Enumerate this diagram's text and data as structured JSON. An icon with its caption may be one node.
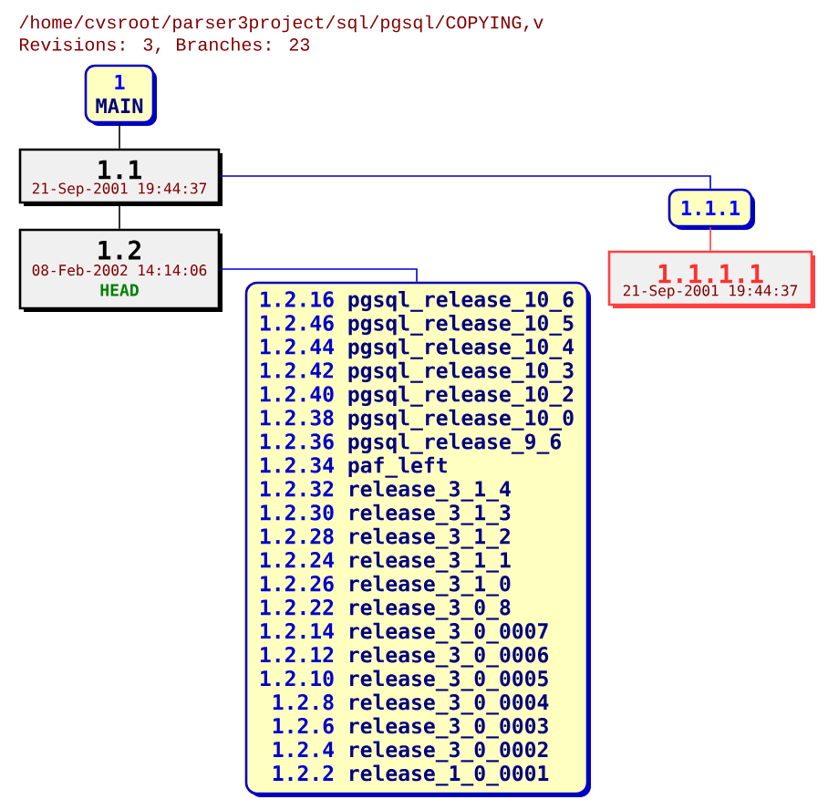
{
  "diagram": {
    "title": "/home/cvsroot/parser3project/sql/pgsql/COPYING,v",
    "nodes": [
      {
        "text": [
          "1",
          "MAIN"
        ]
      },
      {
        "text": [
          "1.1",
          "21-Sep-2001 19:44:37"
        ]
      },
      {
        "text": [
          "1.2",
          "08-Feb-2002 14:14:06",
          "HEAD"
        ]
      },
      {
        "text": [
          "1.1.1"
        ]
      },
      {
        "text": [
          "1.1.1.1",
          "21-Sep-2001 19:44:37"
        ]
      },
      {
        "text": [
          "1.2.16",
          "pgsql_release_10_6",
          "1.2.46",
          "pgsql_release_10_5",
          "1.2.44",
          "pgsql_release_10_4",
          "1.2.42",
          "pgsql_release_10_3",
          "1.2.40",
          "pgsql_release_10_2",
          "1.2.38",
          "pgsql_release_10_0",
          "1.2.36",
          "pgsql_release_9_6",
          "1.2.34",
          "paf_left",
          "1.2.32",
          "release_3_1_4",
          "1.2.30",
          "release_3_1_3",
          "1.2.28",
          "release_3_1_2",
          "1.2.24",
          "release_3_1_1",
          "1.2.26",
          "release_3_1_0",
          "1.2.22",
          "release_3_0_8",
          "1.2.14",
          "release_3_0_0007",
          "1.2.12",
          "release_3_0_0006",
          "1.2.10",
          "release_3_0_0005",
          "1.2.8",
          "release_3_0_0004",
          "1.2.6",
          "release_3_0_0003",
          "1.2.4",
          "release_3_0_0002",
          "1.2.2",
          "release_1_0_0001"
        ]
      }
    ],
    "edges": [
      {
        "from": 0,
        "to": 1,
        "arrow": "none"
      },
      {
        "from": 1,
        "to": 2,
        "arrow": "none"
      },
      {
        "from": 1,
        "to": 3,
        "arrow": "none",
        "color": "#0000cc"
      },
      {
        "from": 3,
        "to": 4,
        "arrow": "none",
        "color": "#ff4040"
      },
      {
        "from": 2,
        "to": 5,
        "arrow": "none",
        "color": "#0000cc"
      }
    ],
    "labels": [
      "Revisions: 3, Branches: 23"
    ]
  }
}
